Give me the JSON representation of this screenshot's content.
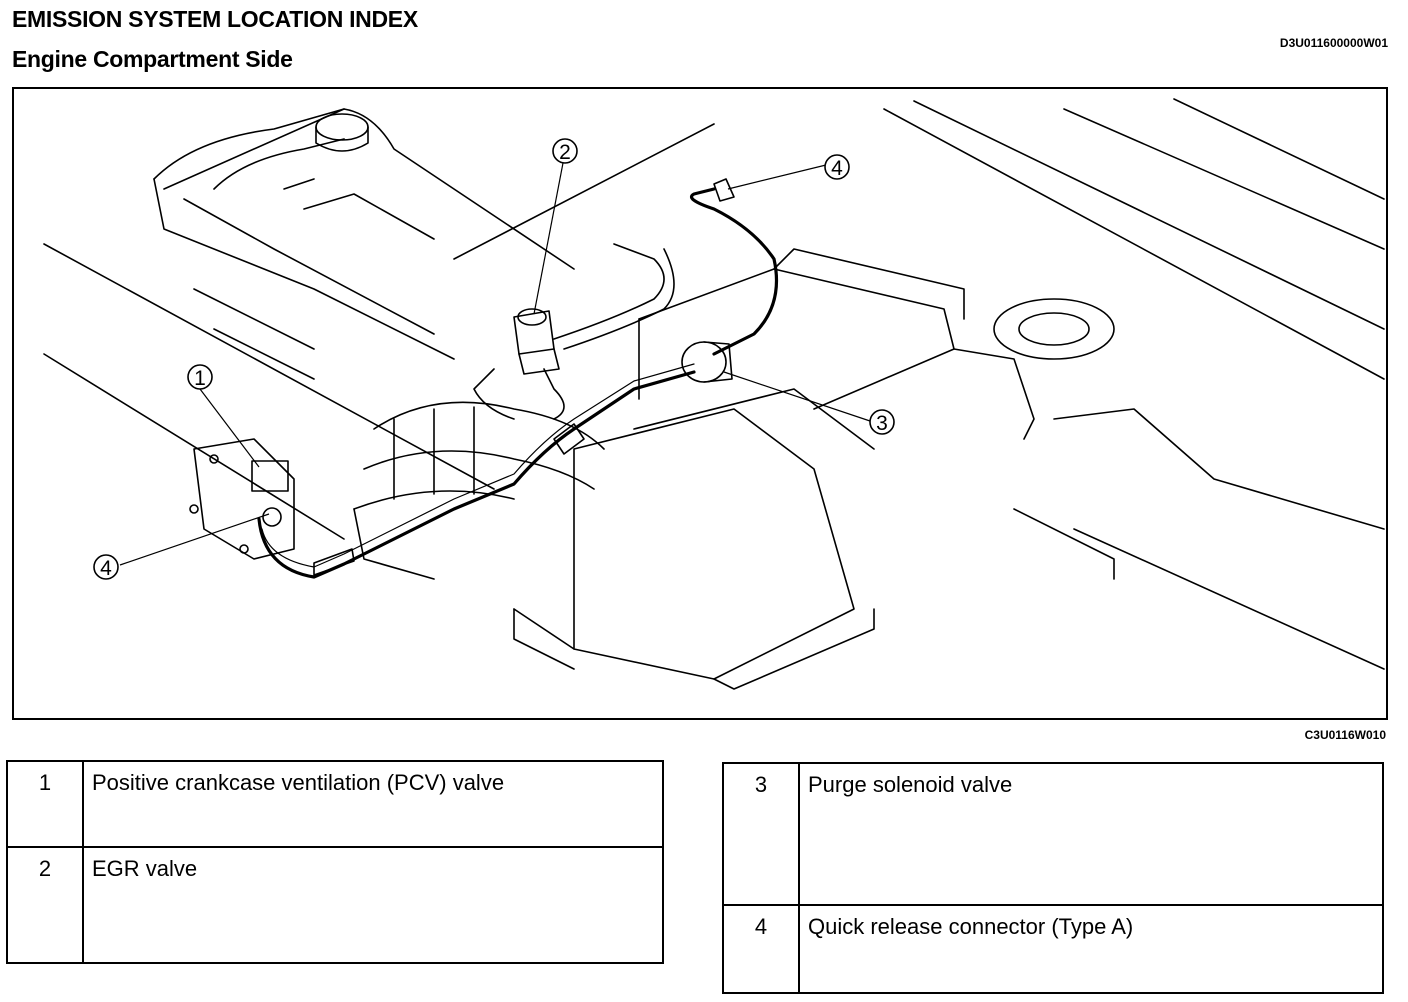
{
  "header": {
    "title": "EMISSION SYSTEM LOCATION INDEX",
    "subtitle": "Engine Compartment Side",
    "doc_code": "D3U011600000W01"
  },
  "figure": {
    "code": "C3U0116W010",
    "callouts": [
      "1",
      "2",
      "3",
      "4",
      "4"
    ]
  },
  "legend_left": [
    {
      "num": "1",
      "label": "Positive crankcase ventilation (PCV) valve"
    },
    {
      "num": "2",
      "label": "EGR valve"
    }
  ],
  "legend_right": [
    {
      "num": "3",
      "label": "Purge solenoid valve"
    },
    {
      "num": "4",
      "label": "Quick release connector (Type A)"
    }
  ]
}
